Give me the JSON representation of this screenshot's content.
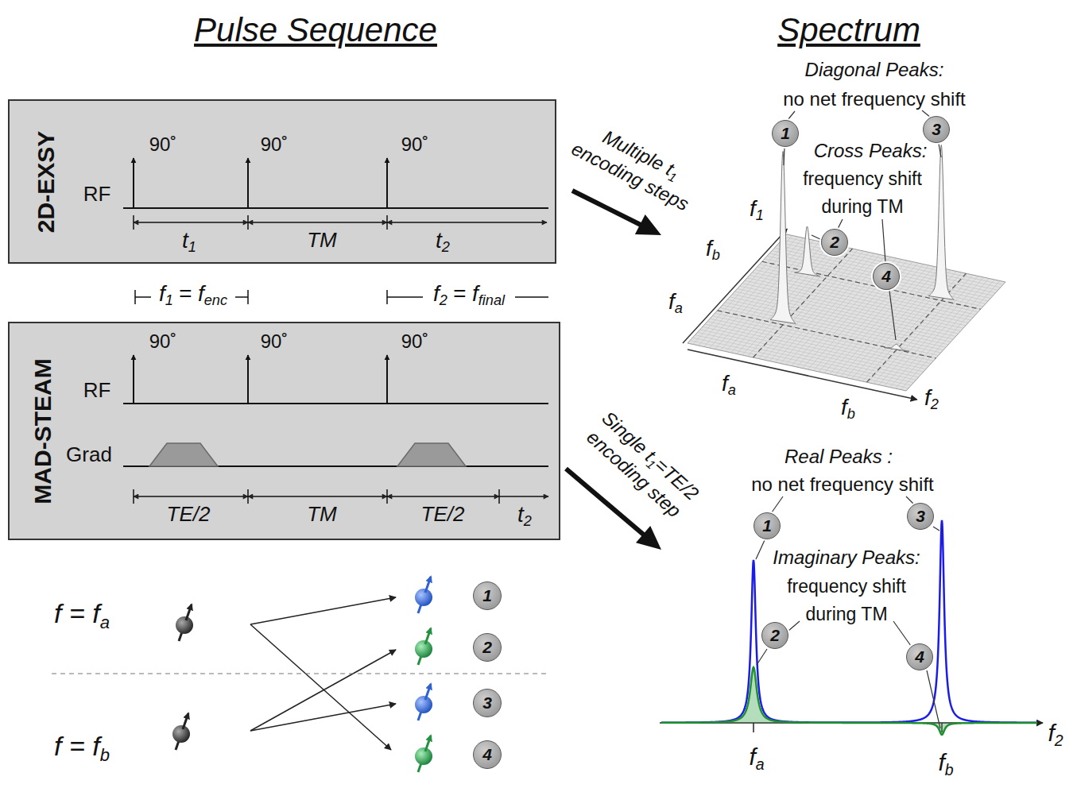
{
  "diagram": {
    "nodes": [
      {
        "text": [
          "2D-EXSY"
        ]
      },
      {
        "text": [
          "MAD-STEAM"
        ]
      },
      {
        "text": [
          "1"
        ]
      },
      {
        "text": [
          "3"
        ]
      },
      {
        "text": [
          "2"
        ]
      },
      {
        "text": [
          "4"
        ]
      },
      {
        "text": [
          "1"
        ]
      },
      {
        "text": [
          "3"
        ]
      },
      {
        "text": [
          "2"
        ]
      },
      {
        "text": [
          "4"
        ]
      },
      {
        "text": [
          "1"
        ]
      },
      {
        "text": [
          "2"
        ]
      },
      {
        "text": [
          "3"
        ]
      },
      {
        "text": [
          "4"
        ]
      }
    ],
    "labels": [
      "Pulse Sequence",
      "Spectrum",
      "90˚",
      "90˚",
      "90˚",
      "RF",
      "t",
      "1",
      "TM",
      "t",
      "2",
      "f",
      "1",
      "= f",
      "enc",
      "f",
      "2",
      "= f",
      "final",
      "90˚",
      "90˚",
      "90˚",
      "RF",
      "Grad",
      "TE/2",
      "TM",
      "TE/2",
      "t",
      "2",
      "Multiple t",
      "1",
      "encoding steps",
      "Single t",
      "1",
      "=TE/2",
      "encoding step",
      "Diagonal Peaks:",
      "no net frequency shift",
      "Cross Peaks:",
      "frequency shift",
      "during TM",
      "f",
      "1",
      "f",
      "b",
      "f",
      "a",
      "f",
      "a",
      "f",
      "b",
      "f",
      "2",
      "Real Peaks :",
      "no net frequency shift",
      "Imaginary Peaks:",
      "frequency shift",
      "during TM",
      "f",
      "a",
      "f",
      "b",
      "f",
      "2",
      "f = f",
      "a",
      "f = f",
      "b"
    ]
  }
}
